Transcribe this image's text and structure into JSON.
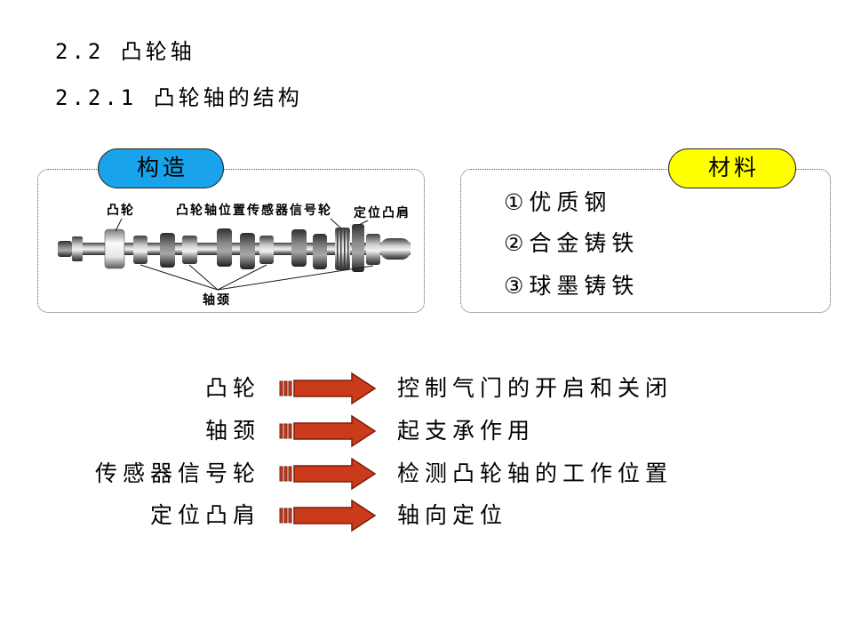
{
  "headings": {
    "section": "2.2 凸轮轴",
    "subsection": "2.2.1 凸轮轴的结构"
  },
  "structure_panel": {
    "tag_label": "构造",
    "tag_color": "#18a3ea",
    "callouts": {
      "cam": "凸轮",
      "position_sensor_wheel": "凸轮轴位置传感器信号轮",
      "thrust_shoulder": "定位凸肩",
      "journal": "轴颈"
    }
  },
  "materials_panel": {
    "tag_label": "材料",
    "tag_color": "#ffff00",
    "items": [
      "①优质钢",
      "②合金铸铁",
      "③球墨铸铁"
    ]
  },
  "functions": [
    {
      "part": "凸轮",
      "role": "控制气门的开启和关闭"
    },
    {
      "part": "轴颈",
      "role": "起支承作用"
    },
    {
      "part": "传感器信号轮",
      "role": "检测凸轮轴的工作位置"
    },
    {
      "part": "定位凸肩",
      "role": "轴向定位"
    }
  ],
  "icons": {
    "function_arrow": "striped-right-arrow-icon",
    "illustration": "camshaft-illustration"
  },
  "colors": {
    "arrow_fill": "#cc3a1c",
    "arrow_outline": "#7a1e0c"
  }
}
